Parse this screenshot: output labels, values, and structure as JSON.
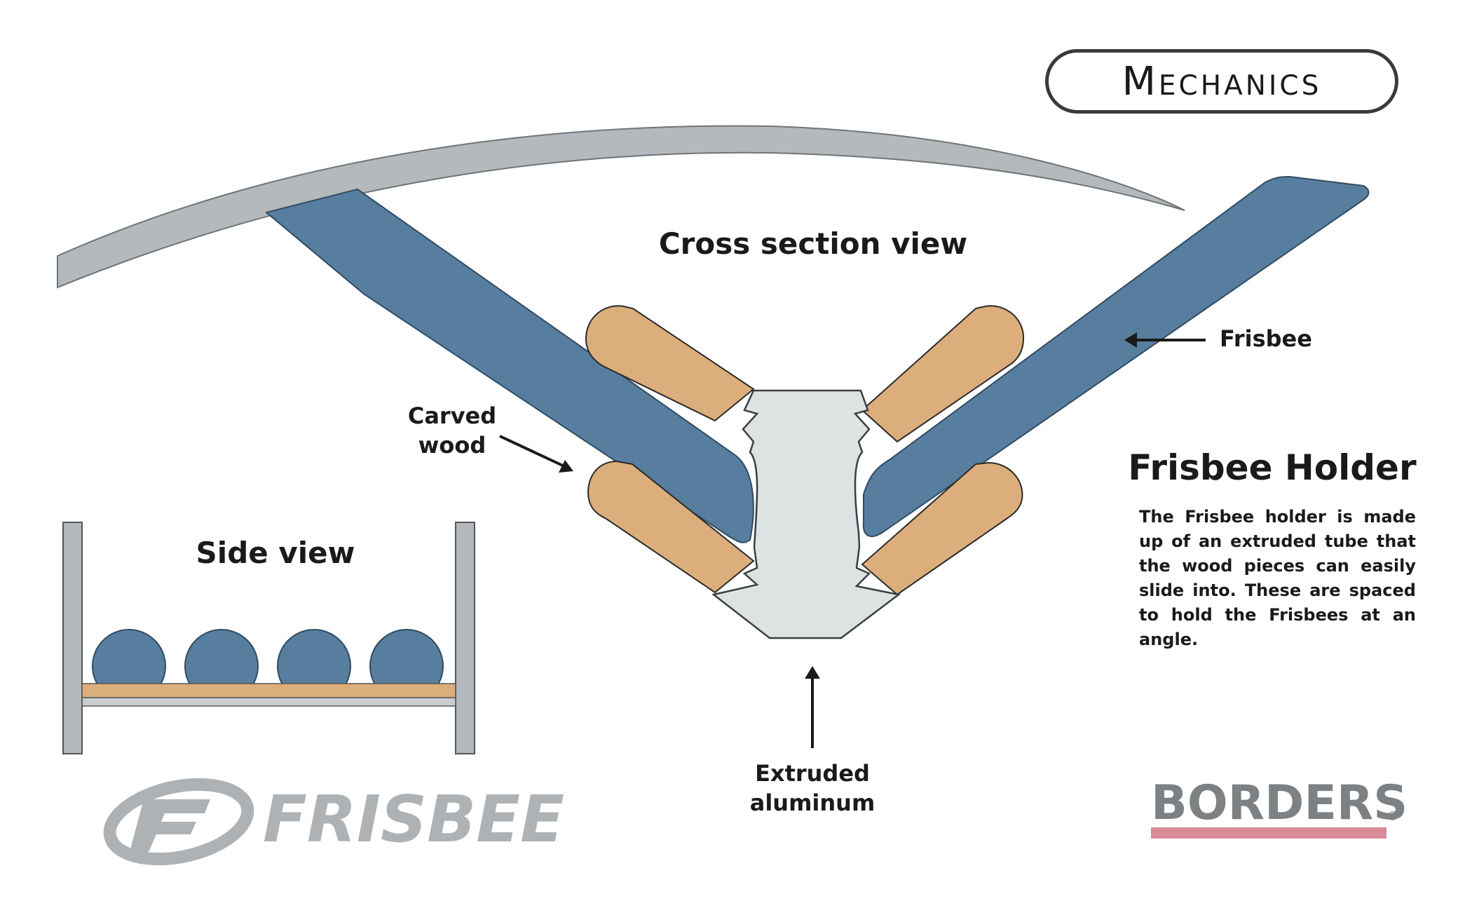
{
  "badge": {
    "label": "Mechanics"
  },
  "labels": {
    "cross_section": "Cross section view",
    "frisbee": "Frisbee",
    "carved_wood_line1": "Carved",
    "carved_wood_line2": "wood",
    "side_view": "Side view",
    "extruded_line1": "Extruded",
    "extruded_line2": "aluminum"
  },
  "info": {
    "title": "Frisbee Holder",
    "body": "The Frisbee holder is made up of an extruded tube that the wood pieces can easily slide into. These are spaced to hold the Frisbees at an angle."
  },
  "logos": {
    "frisbee": "FRISBEE",
    "borders": "BORDERS",
    "borders_mark": "®"
  },
  "colors": {
    "frisbee_blue": "#587e9f",
    "wood": "#dcae7c",
    "aluminum": "#dde2e3",
    "frame_gray": "#b4b9bd",
    "logo_gray": "#aeb2b5",
    "borders_pink": "#d98c98"
  }
}
